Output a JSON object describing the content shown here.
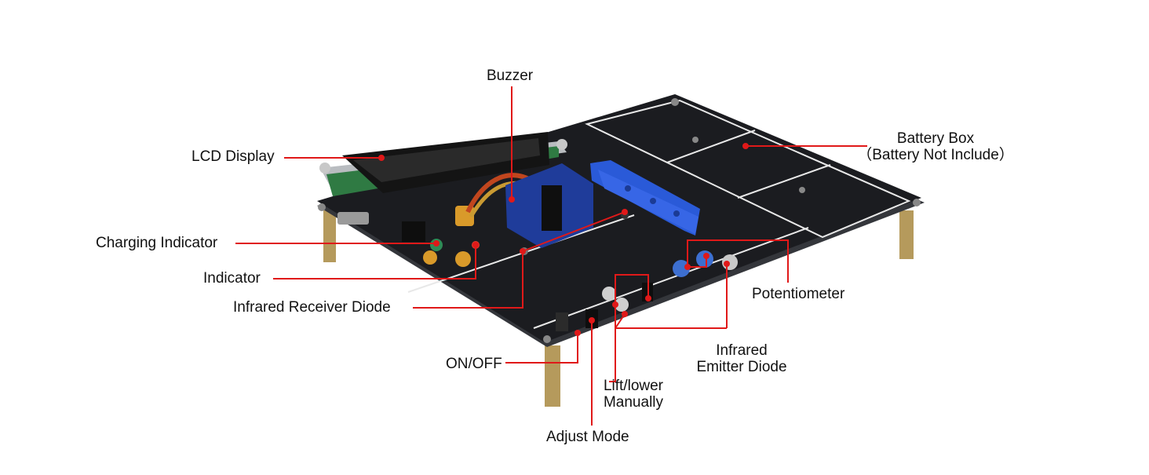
{
  "labels": {
    "buzzer": "Buzzer",
    "lcd_display": "LCD Display",
    "battery_box": "Battery Box",
    "battery_note": "（Battery Not Include）",
    "charging_indicator": "Charging Indicator",
    "indicator": "Indicator",
    "infrared_receiver_diode": "Infrared Receiver Diode",
    "potentiometer": "Potentiometer",
    "infrared_emitter_line1": "Infrared",
    "infrared_emitter_line2": "Emitter Diode",
    "on_off": "ON/OFF",
    "lift_lower_line1": "Lift/lower",
    "lift_lower_line2": "Manually",
    "adjust_mode": "Adjust Mode"
  },
  "colors": {
    "callout_line": "#e01919",
    "board": "#1b1c20",
    "board_edge": "#34363b",
    "silkscreen": "#e8e8e8",
    "lcd_pcb": "#2f7a43",
    "lcd_bezel": "#141414",
    "servo_arm": "#2a5ad8",
    "standoff": "#b59a5c"
  }
}
